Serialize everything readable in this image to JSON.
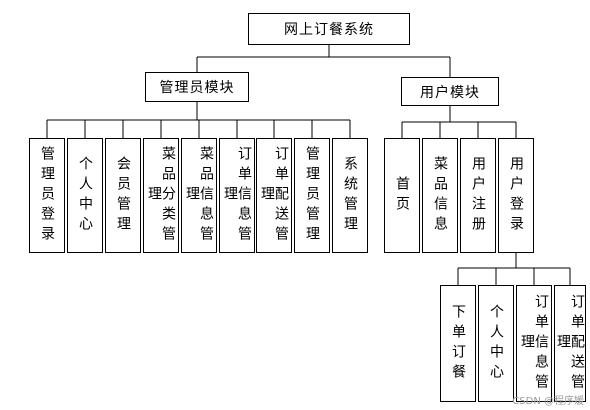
{
  "root": {
    "label": "网上订餐系统"
  },
  "admin_module": {
    "label": "管理员模块",
    "children": [
      "管理员登录",
      "个人中心",
      "会员管理",
      "菜品分类管理",
      "菜品信息管理",
      "订单信息管理",
      "订单配送管理",
      "管理员管理",
      "系统管理"
    ]
  },
  "user_module": {
    "label": "用户模块",
    "children": [
      "首页",
      "菜品信息",
      "用户注册",
      "用户登录"
    ]
  },
  "user_login_children": [
    "下单订餐",
    "个人中心",
    "订单信息管理",
    "订单配送管理"
  ],
  "watermark": "CSDN @程序媛"
}
